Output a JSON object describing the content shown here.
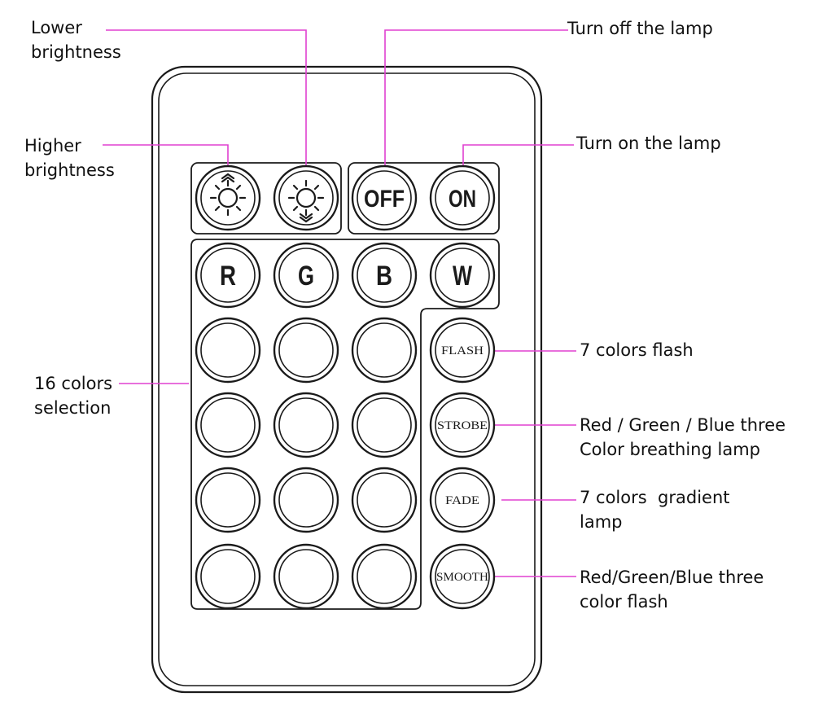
{
  "colors": {
    "leader": "#e040d0",
    "outline": "#1a1a1a"
  },
  "buttons": {
    "brightness_up": {
      "icon": "sun-arrows-up-icon"
    },
    "brightness_down": {
      "icon": "sun-arrows-down-icon"
    },
    "off": "OFF",
    "on": "ON",
    "r": "R",
    "g": "G",
    "b": "B",
    "w": "W",
    "flash": "FLASH",
    "strobe": "STROBE",
    "fade": "FADE",
    "smooth": "SMOOTH",
    "color_buttons_count": 12
  },
  "callouts": {
    "lower_brightness": [
      "Lower",
      "brightness"
    ],
    "higher_brightness": [
      "Higher",
      "brightness"
    ],
    "turn_off": [
      "Turn off the lamp"
    ],
    "turn_on": [
      "Turn on the lamp"
    ],
    "colors_selection": [
      "16 colors",
      "selection"
    ],
    "flash": [
      "7 colors flash"
    ],
    "strobe": [
      "Red / Green / Blue three",
      "Color breathing lamp"
    ],
    "fade": [
      "7 colors  gradient",
      "lamp"
    ],
    "smooth": [
      "Red/Green/Blue three",
      "color flash"
    ]
  }
}
